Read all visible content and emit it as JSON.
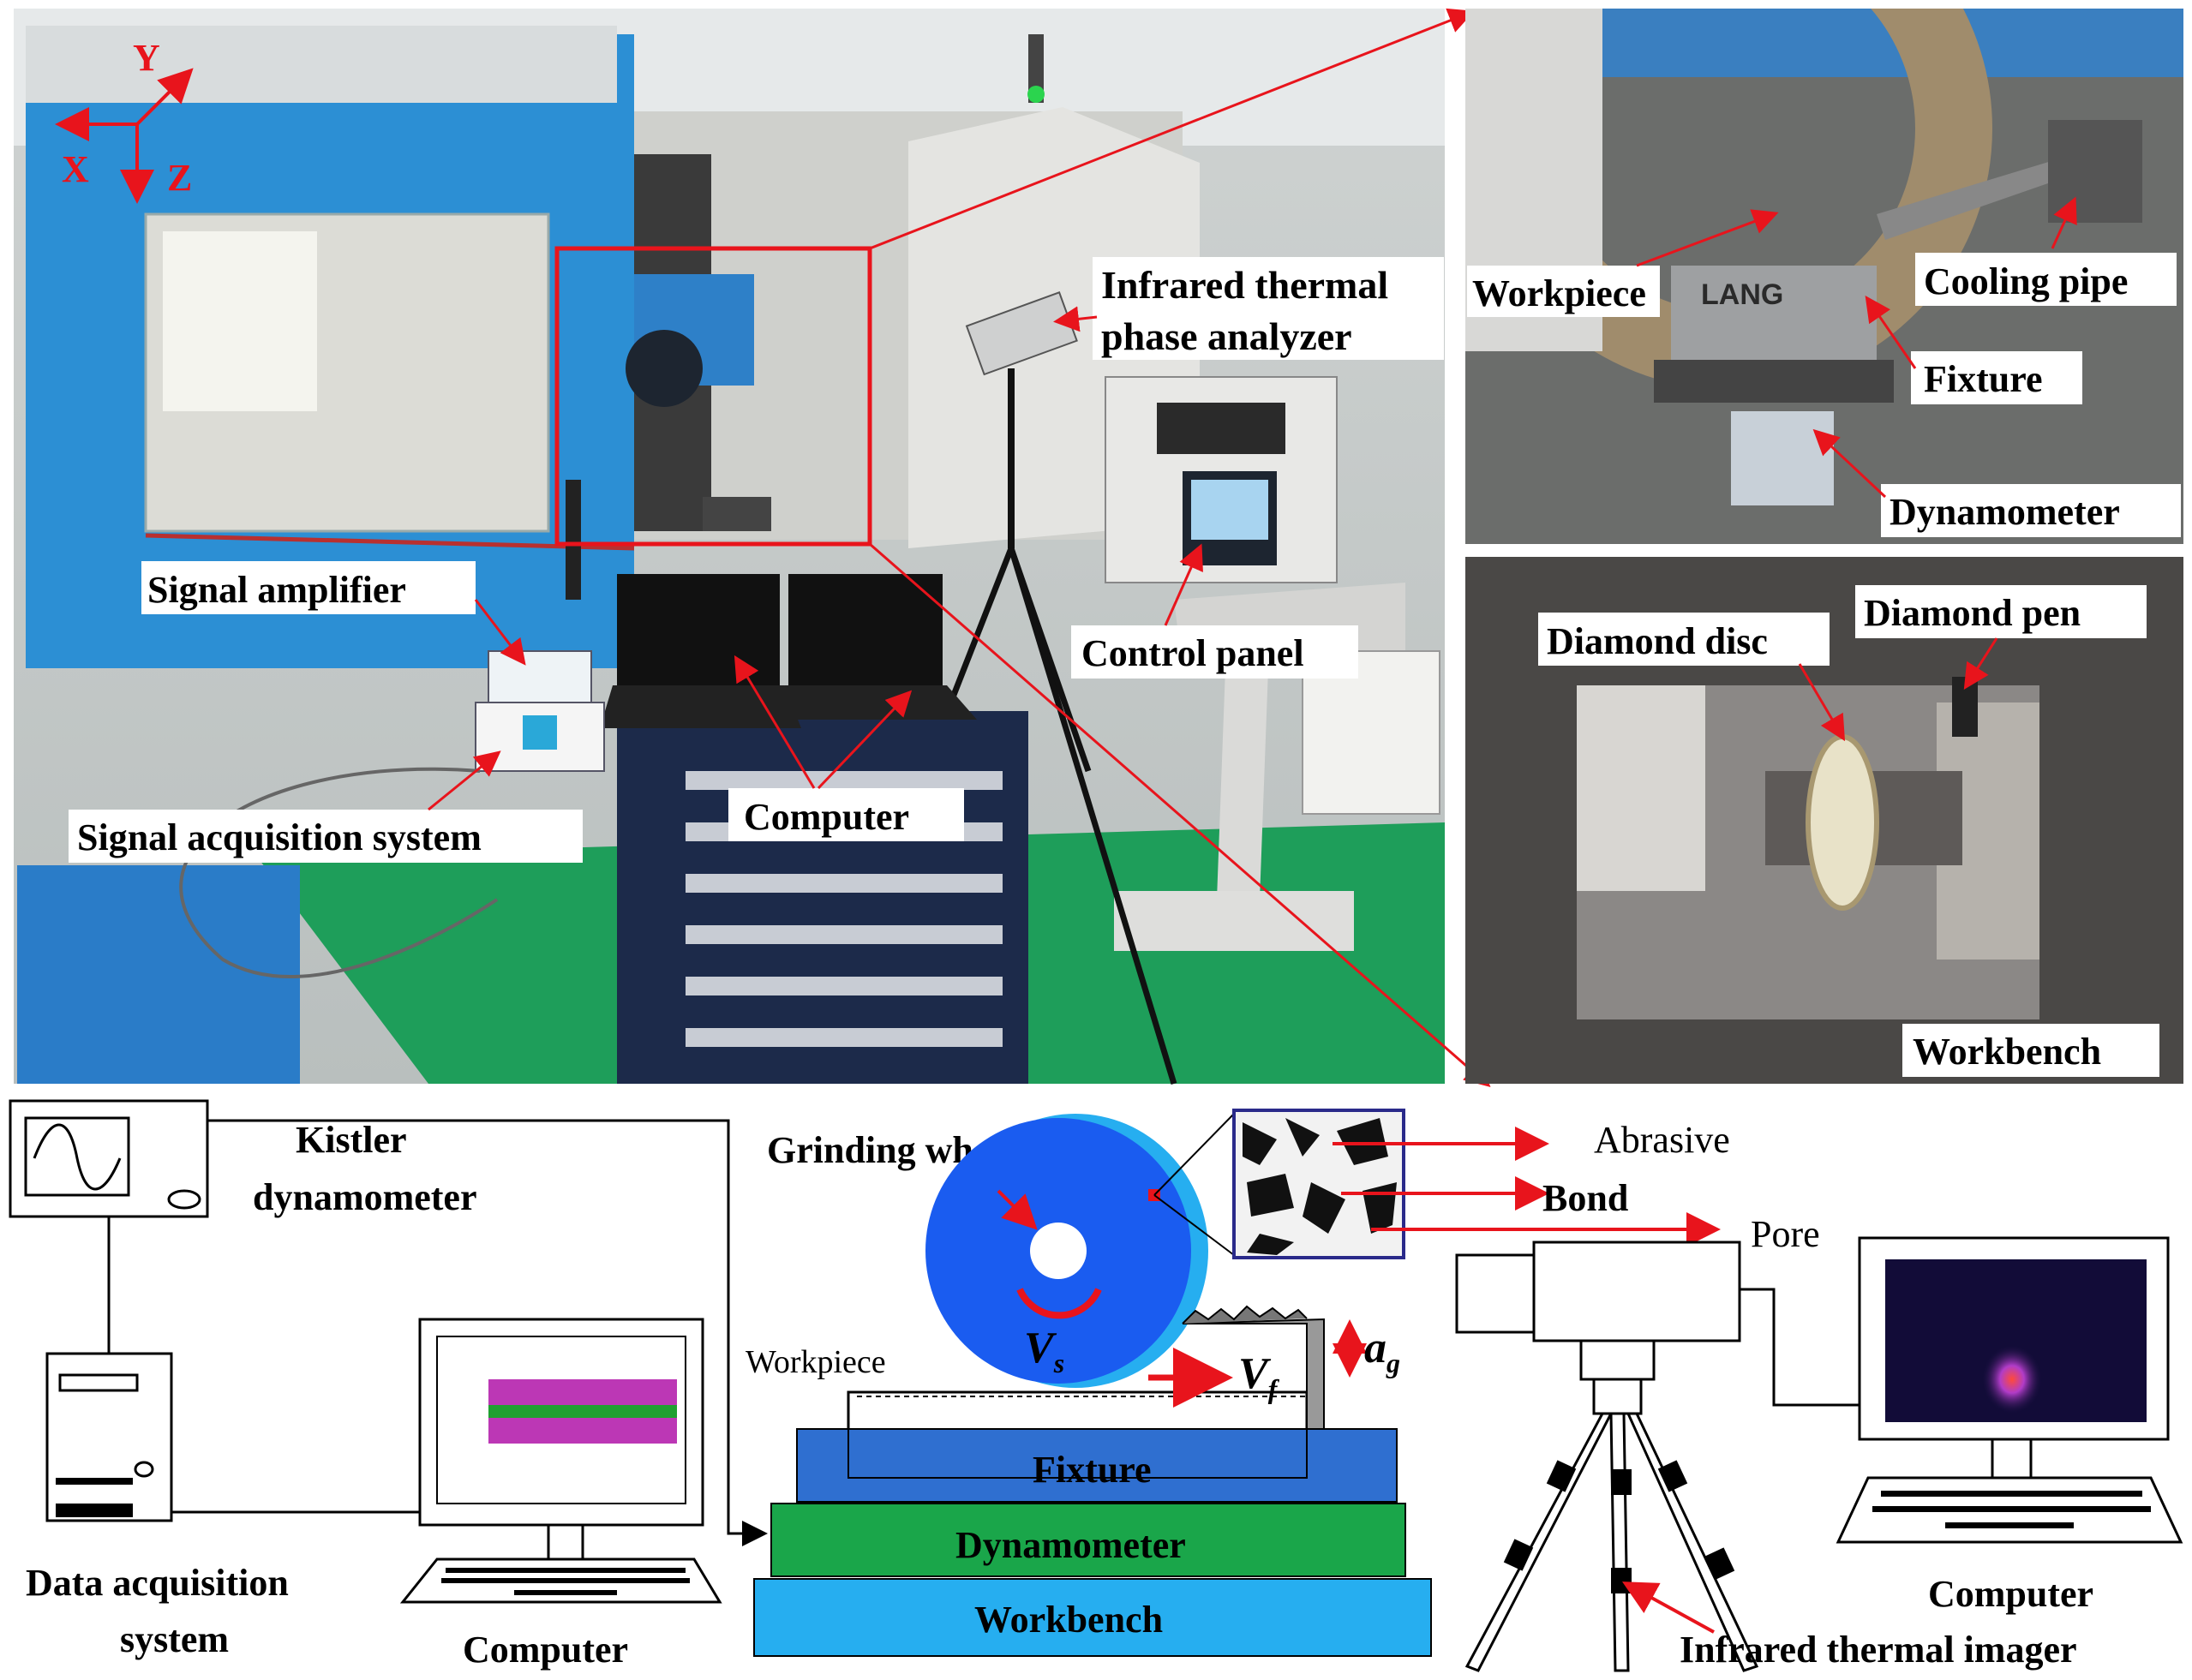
{
  "photo_main": {
    "axes": {
      "x": "X",
      "y": "Y",
      "z": "Z"
    },
    "labels": {
      "infrared_analyzer_line1": "Infrared thermal",
      "infrared_analyzer_line2": "phase analyzer",
      "signal_amplifier": "Signal amplifier",
      "control_panel": "Control panel",
      "signal_acquisition": "Signal acquisition system",
      "computer": "Computer"
    }
  },
  "photo_top_right": {
    "labels": {
      "workpiece": "Workpiece",
      "cooling_pipe": "Cooling pipe",
      "fixture": "Fixture",
      "dynamometer": "Dynamometer",
      "fixture_brand": "LANG"
    }
  },
  "photo_bottom_right": {
    "labels": {
      "diamond_disc": "Diamond disc",
      "diamond_pen": "Diamond pen",
      "workbench": "Workbench"
    }
  },
  "schematic": {
    "kistler_line1": "Kistler",
    "kistler_line2": "dynamometer",
    "daq_line1": "Data acquisition",
    "daq_line2": "system",
    "computer_left": "Computer",
    "grinding_wheel": "Grinding wheel",
    "abrasive": "Abrasive",
    "bond": "Bond",
    "pore": "Pore",
    "workpiece": "Workpiece",
    "vs_main": "V",
    "vs_sub": "s",
    "vf_main": "V",
    "vf_sub": "f",
    "ag_main": "a",
    "ag_sub": "g",
    "fixture": "Fixture",
    "dynamometer": "Dynamometer",
    "workbench": "Workbench",
    "computer_right": "Computer",
    "thermal_imager": "Infrared thermal imager"
  },
  "colors": {
    "arrow_red": "#e8141c",
    "wheel_blue": "#1a5cf0",
    "machine_blue": "#2c8fd4",
    "fixture_blue": "#2f6fd0",
    "dynamometer_green": "#1aa64a",
    "workbench_blue": "#26aef0",
    "floor_green": "#1e9e5a"
  }
}
